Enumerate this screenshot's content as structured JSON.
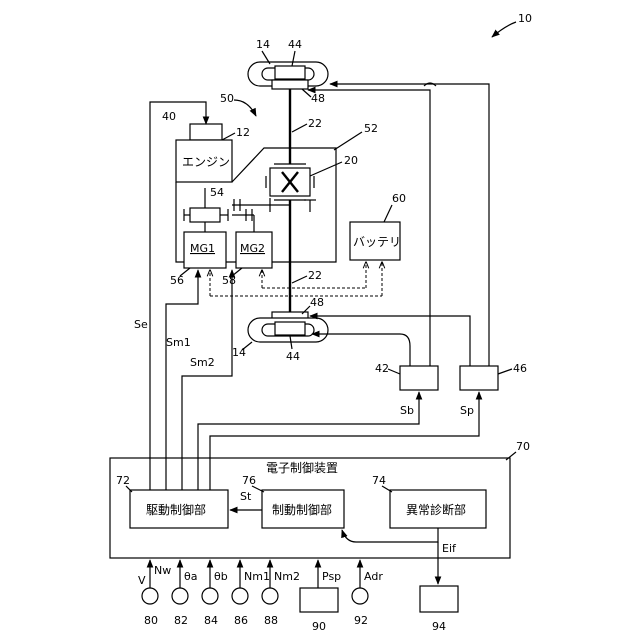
{
  "diagram": {
    "ref_vehicle": "10",
    "ref_wheel_top": "14",
    "ref_wheel_bottom": "14",
    "ref_wheel_speed_sensor_top": "44",
    "ref_wheel_speed_sensor_bottom": "44",
    "ref_brake_top": "48",
    "ref_brake_bottom": "48",
    "ref_axle_top": "22",
    "ref_axle_bottom": "22",
    "ref_engine_sensor": "40",
    "ref_engine": "12",
    "ref_powertrain": "50",
    "ref_transaxle": "52",
    "ref_differential": "20",
    "ref_gear": "54",
    "ref_battery": "60",
    "ref_mg1_inverter": "56",
    "ref_mg2_inverter": "58",
    "ref_brake_actuator": "42",
    "ref_parking_actuator": "46",
    "ref_ecu": "70",
    "ref_drive_ctrl": "72",
    "ref_brake_ctrl": "76",
    "ref_diag": "74",
    "ref_sensor_80": "80",
    "ref_sensor_82": "82",
    "ref_sensor_84": "84",
    "ref_sensor_86": "86",
    "ref_sensor_88": "88",
    "ref_sensor_90": "90",
    "ref_sensor_92": "92",
    "ref_output_94": "94",
    "engine_label": "エンジン",
    "mg1_label": "MG1",
    "mg2_label": "MG2",
    "battery_label": "バッテリ",
    "ecu_label": "電子制御装置",
    "drive_ctrl_label": "駆動制御部",
    "brake_ctrl_label": "制動制御部",
    "diag_label": "異常診断部",
    "sig_se": "Se",
    "sig_sm1": "Sm1",
    "sig_sm2": "Sm2",
    "sig_sb": "Sb",
    "sig_sp": "Sp",
    "sig_st": "St",
    "sig_eif": "Eif",
    "sig_nw": "Nw",
    "sig_v": "V",
    "sig_theta_a": "θa",
    "sig_theta_b": "θb",
    "sig_nm1": "Nm1",
    "sig_nm2": "Nm2",
    "sig_psp": "Psp",
    "sig_adr": "Adr"
  }
}
